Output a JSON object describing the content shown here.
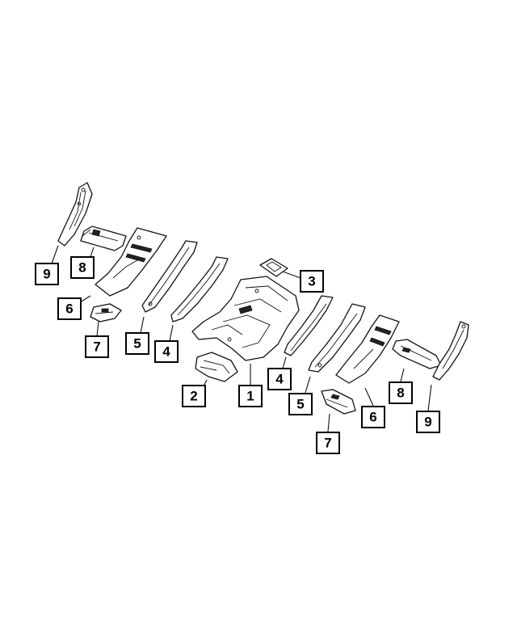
{
  "callouts": [
    {
      "id": "c9a",
      "label": "9"
    },
    {
      "id": "c8a",
      "label": "8"
    },
    {
      "id": "c6a",
      "label": "6"
    },
    {
      "id": "c7a",
      "label": "7"
    },
    {
      "id": "c5a",
      "label": "5"
    },
    {
      "id": "c4a",
      "label": "4"
    },
    {
      "id": "c3",
      "label": "3"
    },
    {
      "id": "c2",
      "label": "2"
    },
    {
      "id": "c1",
      "label": "1"
    },
    {
      "id": "c4b",
      "label": "4"
    },
    {
      "id": "c5b",
      "label": "5"
    },
    {
      "id": "c6b",
      "label": "6"
    },
    {
      "id": "c7b",
      "label": "7"
    },
    {
      "id": "c8b",
      "label": "8"
    },
    {
      "id": "c9b",
      "label": "9"
    }
  ]
}
